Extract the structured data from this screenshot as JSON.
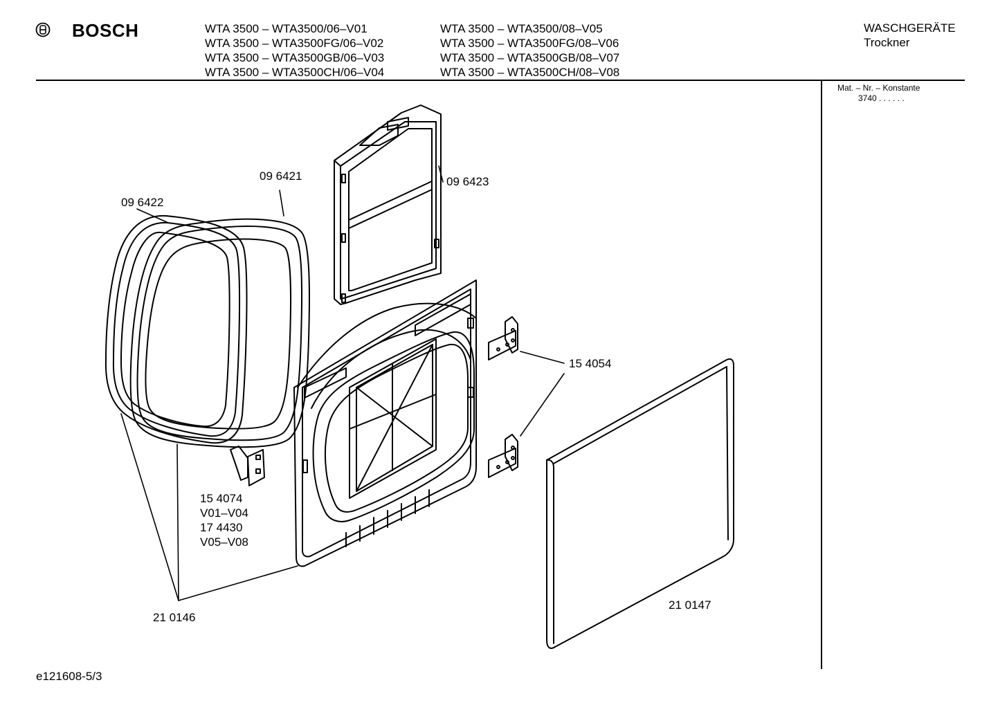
{
  "header": {
    "brand": "BOSCH",
    "models_left": [
      "WTA 3500 – WTA3500/06–V01",
      "WTA 3500 – WTA3500FG/06–V02",
      "WTA 3500 – WTA3500GB/06–V03",
      "WTA 3500 – WTA3500CH/06–V04"
    ],
    "models_right": [
      "WTA 3500 – WTA3500/08–V05",
      "WTA 3500 – WTA3500FG/08–V06",
      "WTA 3500 – WTA3500GB/08–V07",
      "WTA 3500 – WTA3500CH/08–V08"
    ],
    "category": "WASCHGERÄTE",
    "subcategory": "Trockner"
  },
  "sidebar": {
    "mat_label": "Mat. – Nr. – Konstante",
    "mat_value": "3740 .  .  .  .  .  ."
  },
  "parts": {
    "p096422": "09 6422",
    "p096421": "09 6421",
    "p096423": "09 6423",
    "p154054": "15 4054",
    "p154074": "15 4074",
    "v01v04": "V01–V04",
    "p174430": "17 4430",
    "v05v08": "V05–V08",
    "p210146": "21 0146",
    "p210147": "21 0147"
  },
  "footer": {
    "doc_id": "e121608-5/3"
  }
}
